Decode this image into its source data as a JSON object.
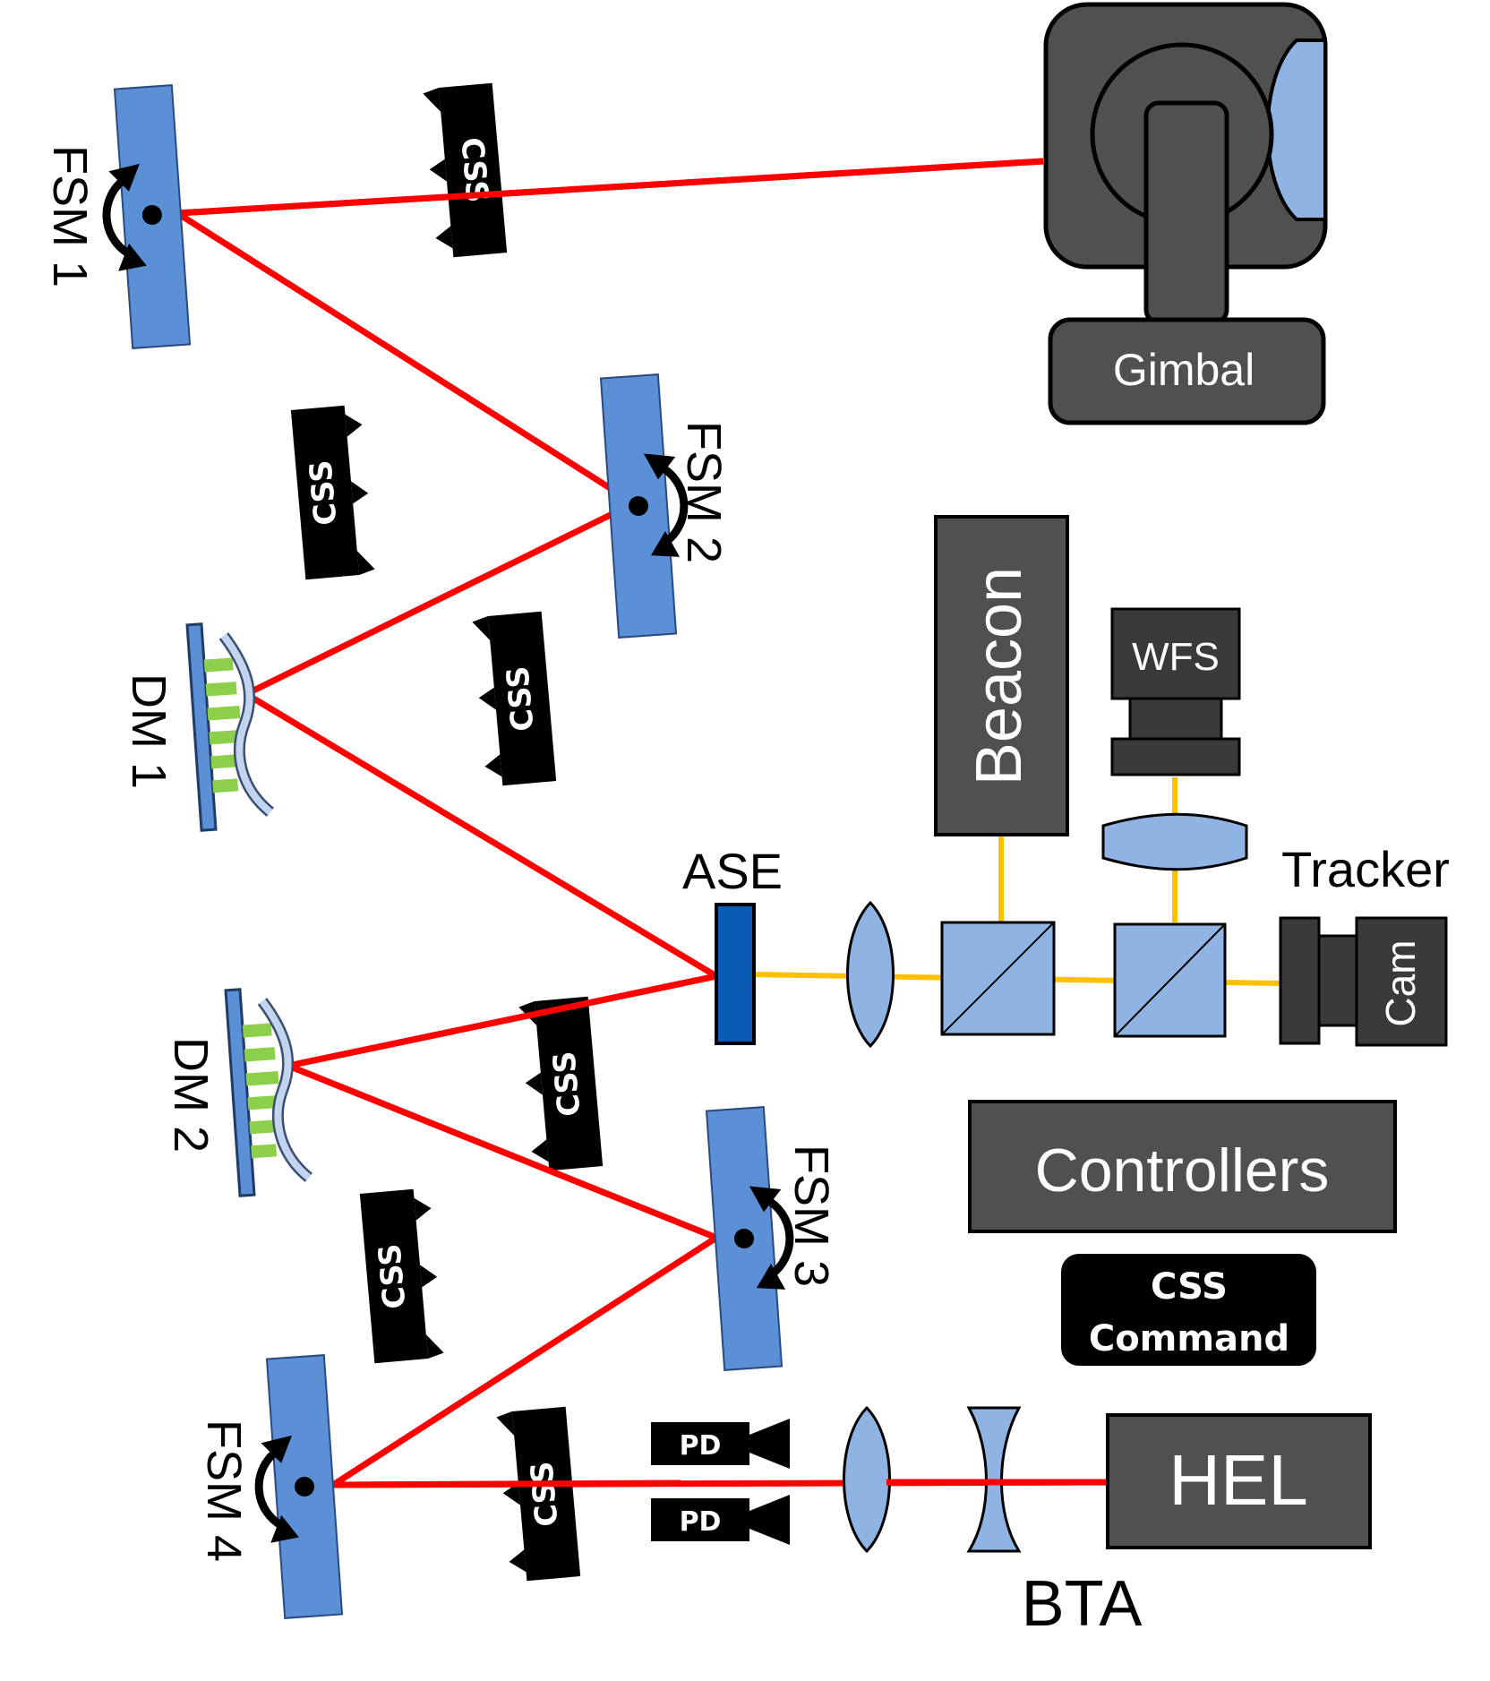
{
  "labels": {
    "fsm1": "FSM 1",
    "fsm2": "FSM 2",
    "fsm3": "FSM 3",
    "fsm4": "FSM 4",
    "dm1": "DM 1",
    "dm2": "DM 2",
    "ase": "ASE",
    "gimbal": "Gimbal",
    "beacon": "Beacon",
    "wfs": "WFS",
    "tracker": "Tracker",
    "cam": "Cam",
    "controllers": "Controllers",
    "css_command_line1": "CSS",
    "css_command_line2": "Command",
    "hel": "HEL",
    "bta": "BTA",
    "pd": "PD",
    "css": "CSS"
  },
  "colors": {
    "hel_beam": "#ff0000",
    "sensor_beam": "#ffc000",
    "mirror_blue": "#5b8fd6",
    "optic_light_blue": "#8fb3e3",
    "ase_blue": "#0a5bb5",
    "box_gray": "#505050",
    "css_black": "#000000",
    "actuator_green": "#8ccf4a"
  },
  "icons": {
    "fsm_rotation": "rotation-arrow-icon",
    "css_sensor": "css-sensor-icon",
    "photodiode": "photodiode-icon"
  }
}
